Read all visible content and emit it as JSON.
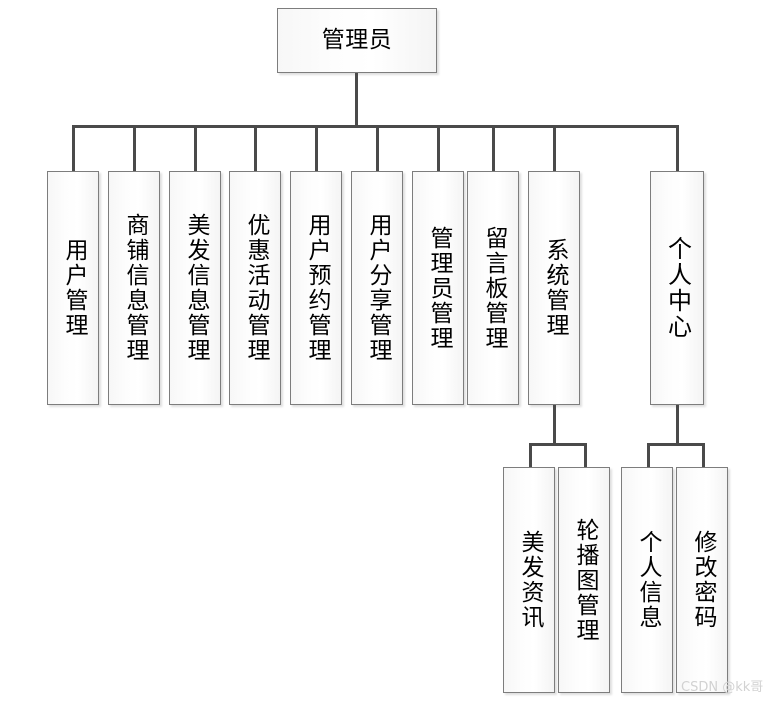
{
  "diagram": {
    "type": "organization-tree",
    "root": {
      "id": "admin",
      "label": "管理员"
    },
    "level2": [
      {
        "id": "user-management",
        "label": "用户管理"
      },
      {
        "id": "shop-info-management",
        "label": "商铺信息管理"
      },
      {
        "id": "hair-info-management",
        "label": "美发信息管理"
      },
      {
        "id": "promotion-activity-management",
        "label": "优惠活动管理"
      },
      {
        "id": "user-appointment-management",
        "label": "用户预约管理"
      },
      {
        "id": "user-share-management",
        "label": "用户分享管理"
      },
      {
        "id": "administrator-management",
        "label": "管理员管理"
      },
      {
        "id": "message-board-management",
        "label": "留言板管理"
      },
      {
        "id": "system-management",
        "label": "系统管理"
      },
      {
        "id": "personal-center",
        "label": "个人中心"
      }
    ],
    "level3": [
      {
        "id": "hair-news",
        "label": "美发资讯",
        "parent": "system-management"
      },
      {
        "id": "carousel-management",
        "label": "轮播图管理",
        "parent": "system-management"
      },
      {
        "id": "personal-info",
        "label": "个人信息",
        "parent": "personal-center"
      },
      {
        "id": "change-password",
        "label": "修改密码",
        "parent": "personal-center"
      }
    ],
    "watermark": "CSDN @kk哥",
    "colors": {
      "node_border": "#7d7d7d",
      "node_fill": "#fbfbfb",
      "connector": "#4a4a4a",
      "text": "#000000",
      "watermark": "#d2d2d2",
      "background": "#ffffff"
    }
  }
}
